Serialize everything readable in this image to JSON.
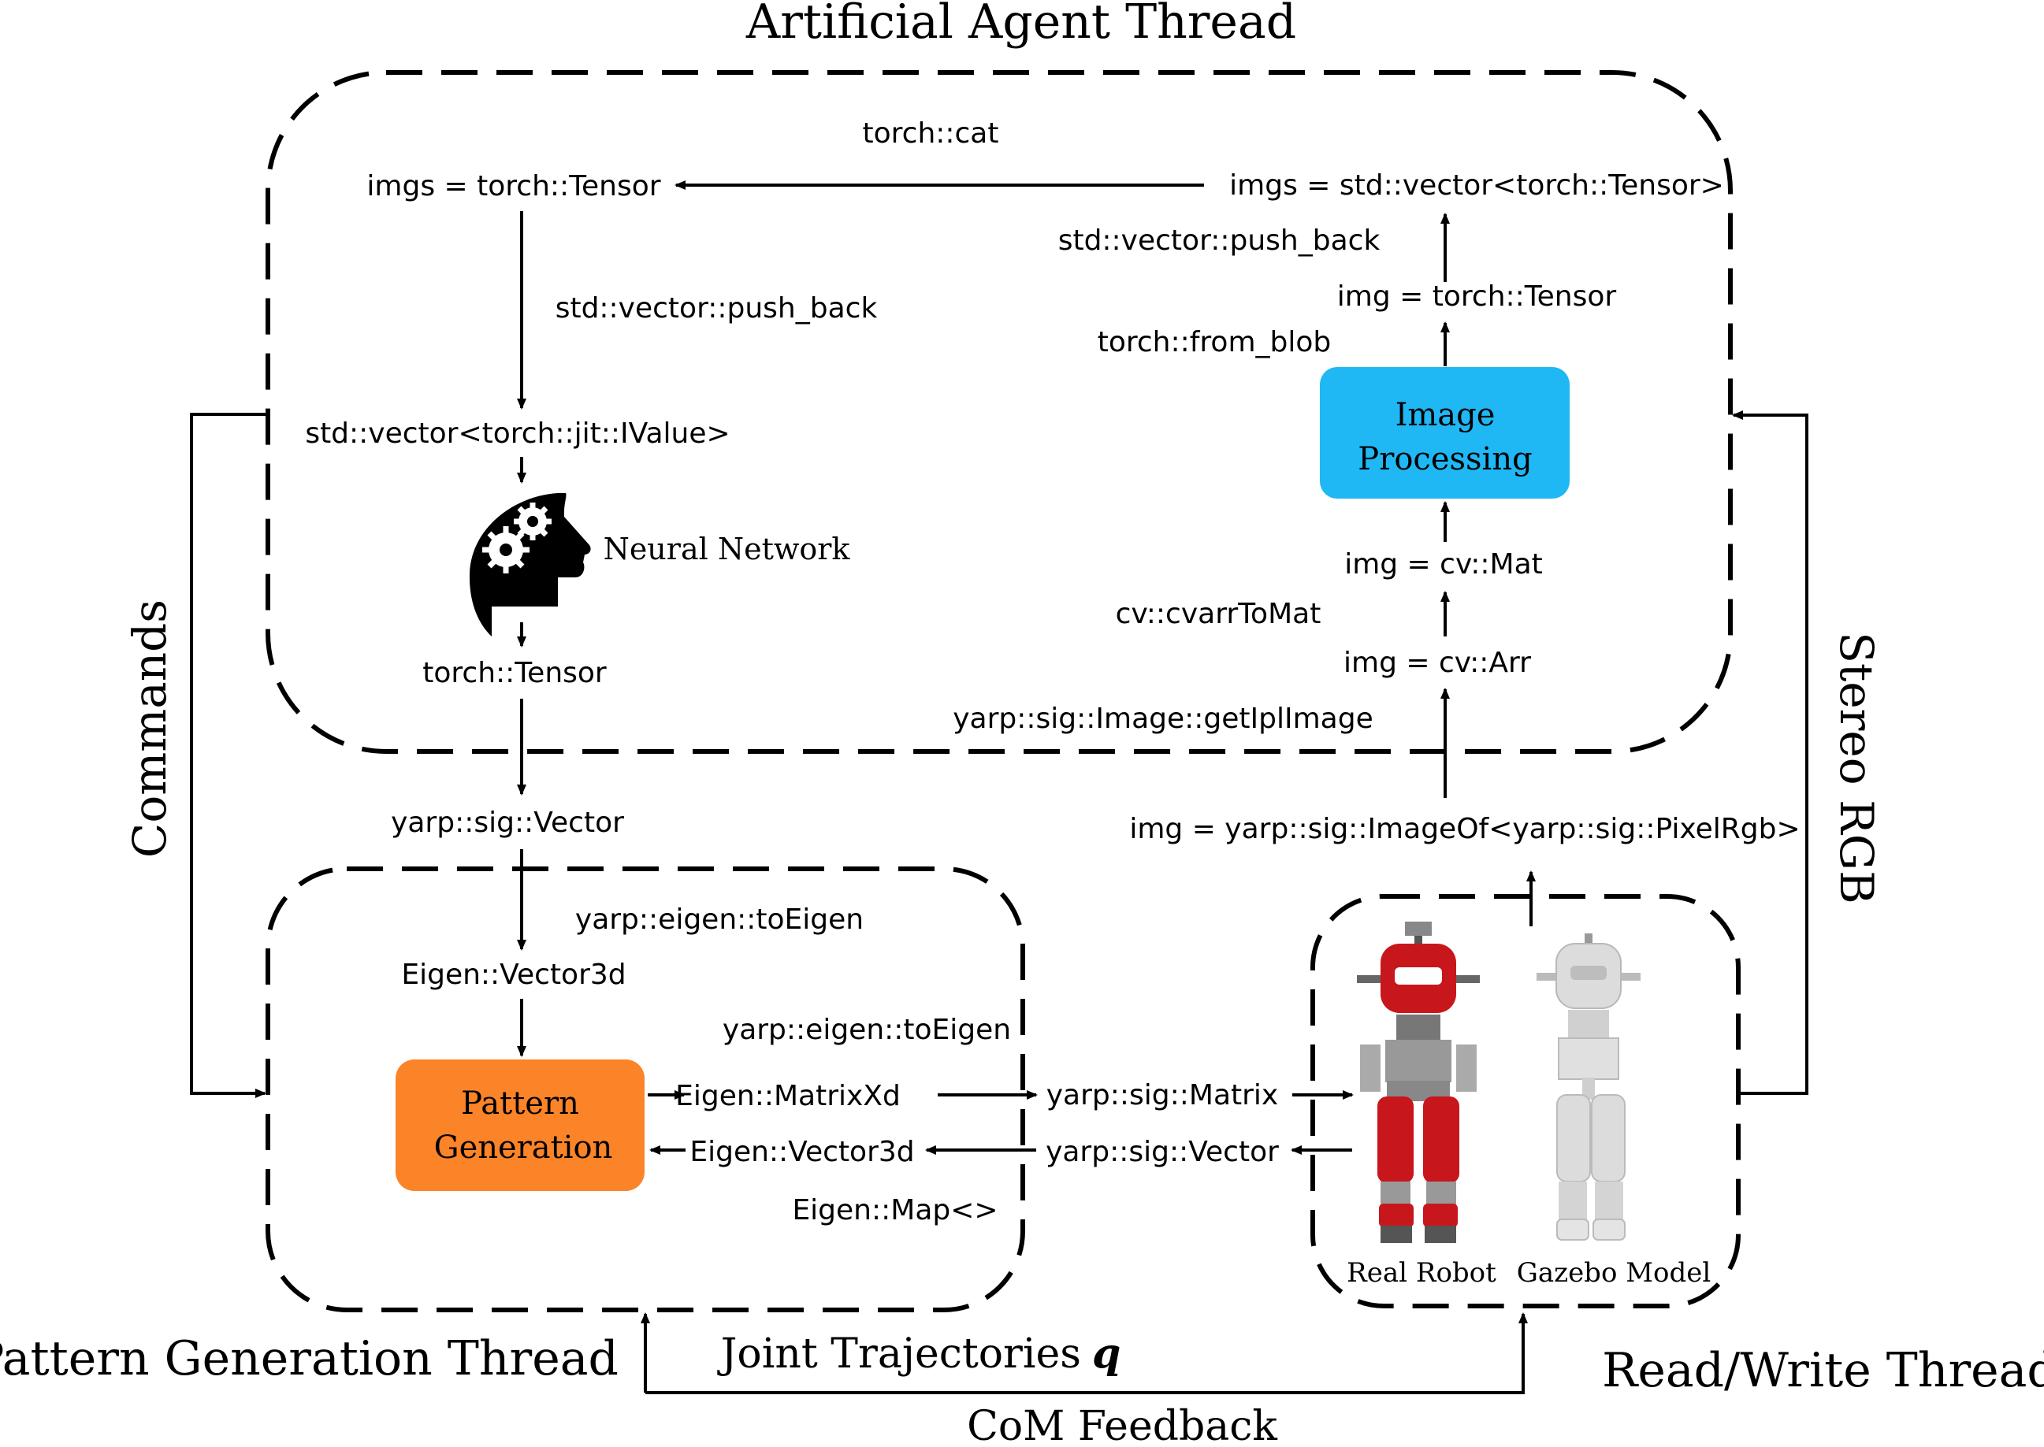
{
  "threads": {
    "artificial_agent": "Artificial Agent Thread",
    "pattern_generation": "Pattern Generation Thread",
    "read_write": "Read/Write Thread"
  },
  "side_labels": {
    "commands": "Commands",
    "stereo_rgb": "Stereo RGB"
  },
  "bottom_labels": {
    "joint_trajectories": "Joint Trajectories",
    "joint_symbol": "q",
    "com_feedback": "CoM Feedback"
  },
  "agent": {
    "torch_cat": "torch::cat",
    "imgs_tensor": "imgs = torch::Tensor",
    "imgs_vector": "imgs = std::vector<torch::Tensor>",
    "push_back_left": "std::vector::push_back",
    "push_back_right": "std::vector::push_back",
    "img_tensor": "img = torch::Tensor",
    "from_blob": "torch::from_blob",
    "ivalue": "std::vector<torch::jit::IValue>",
    "neural_network": "Neural Network",
    "torch_tensor": "torch::Tensor",
    "image_processing_line1": "Image",
    "image_processing_line2": "Processing",
    "img_mat": "img = cv::Mat",
    "cvarr_to_mat": "cv::cvarrToMat",
    "img_arr": "img = cv::Arr",
    "get_ipl_image": "yarp::sig::Image::getIplImage"
  },
  "middle": {
    "yarp_vector": "yarp::sig::Vector",
    "image_of": "img = yarp::sig::ImageOf<yarp::sig::PixelRgb>"
  },
  "pattern": {
    "to_eigen_top": "yarp::eigen::toEigen",
    "eigen_vector3d_top": "Eigen::Vector3d",
    "to_eigen_right": "yarp::eigen::toEigen",
    "pattern_line1": "Pattern",
    "pattern_line2": "Generation",
    "eigen_matrixxd": "Eigen::MatrixXd",
    "eigen_vector3d_bottom": "Eigen::Vector3d",
    "eigen_map": "Eigen::Map<>",
    "yarp_matrix": "yarp::sig::Matrix",
    "yarp_vector_bottom": "yarp::sig::Vector"
  },
  "robots": {
    "real_robot": "Real Robot",
    "gazebo_model": "Gazebo Model"
  },
  "colors": {
    "image_processing": "#1fb8f5",
    "pattern_generation": "#fb8328",
    "real_robot_body": "#c8161d",
    "gazebo_body": "#dcdcdc",
    "line": "#000000"
  },
  "icons": {
    "neural_network": "head-gears-icon"
  }
}
